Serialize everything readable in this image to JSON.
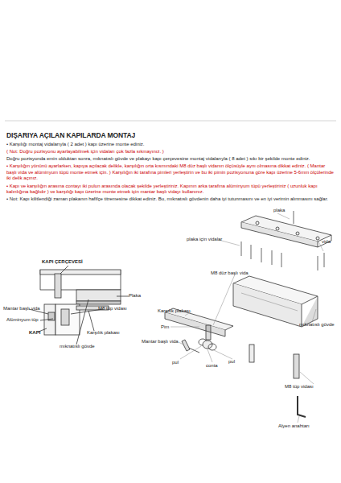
{
  "diagram": {
    "title": "DIŞARIYA AÇILAN KAPILARDA MONTAJ",
    "labels": [
      "• Karşılığı montaj vidalarıyla ( 2 adet ) kapı üzerine monte ediniz.",
      "( Not: Doğru pozisyonu ayarlayabilmek için vidaları çok fazla sıkmayınız. )",
      "Doğru pozisyonda emin olduktan sonra, mıknatıslı gövde ve plakayı kapı çerçevesine montaj vidalarıyla ( 8 adet ) sıkı bir şekilde monte ediniz.",
      "• Karşılığın yönünü ayarlarken, kapıya açılacak delikle, karşılığın orta kısmındaki M8 düz başlı vidanın ölçüsüyle aynı olmasına dikkat ediniz. ( Mantar başlı vida ve alüminyum tüpü monte etmek için. ) Karşılığın iki tarafına pimleri yerleştirin ve bu iki pimin pozisyonuna göre kapı üzerine 5-6mm ölçülerinde iki delik açınız.",
      "• Kapı ve karşılığın arasına contayı iki pulun arasında olacak şekilde yerleştiriniz. Kapının arka tarafına alüminyum tüpü yerleştiriniz ( uzunluk kapı kalınlığına bağlıdır ) ve karşılığı kapı üzerine monte etmek için mantar başlı vidayı kullanınız.",
      "• Not: Kapı kilitlendiği zaman plakanın hafifçe titremesine dikkat ediniz. Bu, mıknatıslı gövdenin daha iyi tutunmasını ve en iyi verimin alınmasını sağlar.",
      "KAPI ÇERÇEVESİ",
      "Plaka",
      "Mantar başlı vida",
      "Alüminyum tüp",
      "M8 tüp vidası",
      "KAPI",
      "Karşılık plakası",
      "mıknatıslı gövde",
      "plaka",
      "plaka için vidalar",
      "vida",
      "M8 düz başlı vida",
      "mıknatıslı gövde",
      "Karşılık plakası",
      "Pim",
      "Mantar başlı vida",
      "pul",
      "conta",
      "pul",
      "M8 tüp vidası",
      "Alyen anahtarı"
    ]
  }
}
